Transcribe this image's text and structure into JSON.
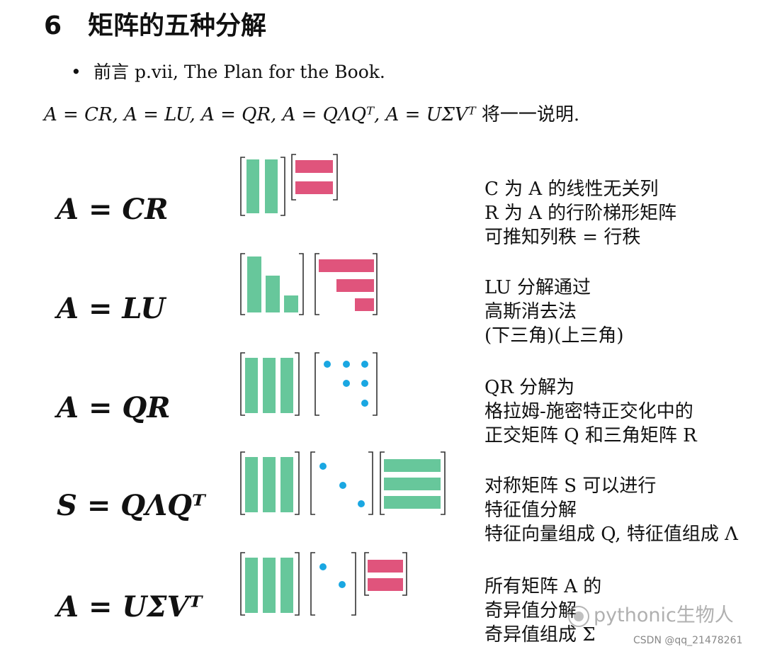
{
  "section": {
    "number": "6",
    "title": "矩阵的五种分解"
  },
  "bullet": {
    "dot": "•",
    "text": "前言 p.vii, The Plan for the Book."
  },
  "intro": {
    "math": "A = CR, A = LU, A = QR, A = QΛQᵀ, A = UΣVᵀ",
    "text": " 将一一说明."
  },
  "factorizations": [
    {
      "formula": "A = CR",
      "description": [
        "C 为 A 的线性无关列",
        "R 为 A 的行阶梯形矩阵",
        "可推知列秩 = 行秩"
      ]
    },
    {
      "formula": "A = LU",
      "description": [
        "LU 分解通过",
        "高斯消去法",
        "(下三角)(上三角)"
      ]
    },
    {
      "formula": "A = QR",
      "description": [
        "QR 分解为",
        "格拉姆-施密特正交化中的",
        "正交矩阵 Q 和三角矩阵 R"
      ]
    },
    {
      "formula": "S = QΛQᵀ",
      "description": [
        "对称矩阵 S 可以进行",
        "特征值分解",
        "特征向量组成 Q, 特征值组成 Λ"
      ]
    },
    {
      "formula": "A = UΣVᵀ",
      "description": [
        "所有矩阵 A 的",
        "奇异值分解",
        "奇异值组成 Σ"
      ]
    }
  ],
  "colors": {
    "green": "#67c79b",
    "pink": "#e0547c",
    "blue": "#1aa7e2"
  },
  "watermark": "pythonic生物人",
  "credit": "CSDN @qq_21478261"
}
